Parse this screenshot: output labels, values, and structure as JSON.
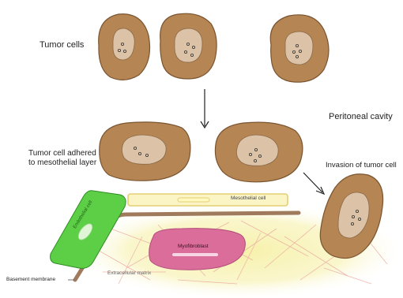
{
  "labels": {
    "tumor_cells": "Tumor cells",
    "peritoneal_cavity": "Peritoneal cavity",
    "adhered_line1": "Tumor cell adhered",
    "adhered_line2": "to mesothelial layer",
    "invasion": "Invasion of tumor cell",
    "mesothelial_cell": "Mesothelial cell",
    "endothelial_cell": "Endothelial cell",
    "myofibroblast": "Myofibroblast",
    "extracellular_matrix": "Extracellular matrix",
    "basement_membrane": "Basement membrane"
  },
  "colors": {
    "tumor_outer": "#b58553",
    "tumor_nucleus": "#dcc3a7",
    "mesothelial_fill": "#fbf4c5",
    "mesothelial_border": "#e4cf72",
    "basement_membrane": "#a07a5c",
    "ecm_glow": "#f3eda0",
    "ecm_fibers": "#ecb0a5",
    "endothelial": "#5ccf46",
    "myofibroblast": "#da6d9a"
  }
}
